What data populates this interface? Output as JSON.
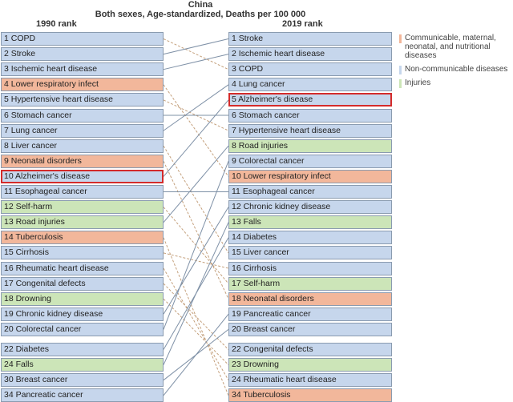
{
  "title": "China",
  "subtitle": "Both sexes, Age-standardized, Deaths per 100 000",
  "left_header": "1990 rank",
  "right_header": "2019 rank",
  "colors": {
    "communicable": "#f2b79b",
    "noncommunicable": "#c6d6ec",
    "injuries": "#cce5b8",
    "highlight": "#d42b2b",
    "line_up": "#7e90a6",
    "line_down": "#c4a07c"
  },
  "legend": [
    {
      "category": "communicable",
      "label": "Communicable, maternal, neonatal, and nutritional diseases"
    },
    {
      "category": "noncommunicable",
      "label": "Non-communicable diseases"
    },
    {
      "category": "injuries",
      "label": "Injuries"
    }
  ],
  "chart_data": {
    "type": "table",
    "title": "China",
    "subtitle": "Both sexes, Age-standardized, Deaths per 100 000",
    "left_column": [
      {
        "rank": 1,
        "label": "1 COPD",
        "category": "noncommunicable",
        "rank_2019": 3
      },
      {
        "rank": 2,
        "label": "2 Stroke",
        "category": "noncommunicable",
        "rank_2019": 1
      },
      {
        "rank": 3,
        "label": "3 Ischemic heart disease",
        "category": "noncommunicable",
        "rank_2019": 2
      },
      {
        "rank": 4,
        "label": "4 Lower respiratory infect",
        "category": "communicable",
        "rank_2019": 10
      },
      {
        "rank": 5,
        "label": "5 Hypertensive heart disease",
        "category": "noncommunicable",
        "rank_2019": 7
      },
      {
        "rank": 6,
        "label": "6 Stomach cancer",
        "category": "noncommunicable",
        "rank_2019": 6
      },
      {
        "rank": 7,
        "label": "7 Lung cancer",
        "category": "noncommunicable",
        "rank_2019": 4
      },
      {
        "rank": 8,
        "label": "8 Liver cancer",
        "category": "noncommunicable",
        "rank_2019": 15
      },
      {
        "rank": 9,
        "label": "9 Neonatal disorders",
        "category": "communicable",
        "rank_2019": 18
      },
      {
        "rank": 10,
        "label": "10 Alzheimer's disease",
        "category": "noncommunicable",
        "rank_2019": 5,
        "highlight": true
      },
      {
        "rank": 11,
        "label": "11 Esophageal cancer",
        "category": "noncommunicable",
        "rank_2019": 11
      },
      {
        "rank": 12,
        "label": "12 Self-harm",
        "category": "injuries",
        "rank_2019": 17
      },
      {
        "rank": 13,
        "label": "13 Road injuries",
        "category": "injuries",
        "rank_2019": 8
      },
      {
        "rank": 14,
        "label": "14 Tuberculosis",
        "category": "communicable",
        "rank_2019": 34
      },
      {
        "rank": 15,
        "label": "15 Cirrhosis",
        "category": "noncommunicable",
        "rank_2019": 16
      },
      {
        "rank": 16,
        "label": "16 Rheumatic heart disease",
        "category": "noncommunicable",
        "rank_2019": 24
      },
      {
        "rank": 17,
        "label": "17 Congenital defects",
        "category": "noncommunicable",
        "rank_2019": 22
      },
      {
        "rank": 18,
        "label": "18 Drowning",
        "category": "injuries",
        "rank_2019": 23
      },
      {
        "rank": 19,
        "label": "19 Chronic kidney disease",
        "category": "noncommunicable",
        "rank_2019": 12
      },
      {
        "rank": 20,
        "label": "20 Colorectal cancer",
        "category": "noncommunicable",
        "rank_2019": 9
      },
      {
        "rank": 22,
        "label": "22 Diabetes",
        "category": "noncommunicable",
        "rank_2019": 14
      },
      {
        "rank": 24,
        "label": "24 Falls",
        "category": "injuries",
        "rank_2019": 13
      },
      {
        "rank": 30,
        "label": "30 Breast cancer",
        "category": "noncommunicable",
        "rank_2019": 20
      },
      {
        "rank": 34,
        "label": "34 Pancreatic cancer",
        "category": "noncommunicable",
        "rank_2019": 19
      }
    ],
    "right_column": [
      {
        "rank": 1,
        "label": "1 Stroke",
        "category": "noncommunicable"
      },
      {
        "rank": 2,
        "label": "2 Ischemic heart disease",
        "category": "noncommunicable"
      },
      {
        "rank": 3,
        "label": "3 COPD",
        "category": "noncommunicable"
      },
      {
        "rank": 4,
        "label": "4 Lung cancer",
        "category": "noncommunicable"
      },
      {
        "rank": 5,
        "label": "5 Alzheimer's disease",
        "category": "noncommunicable",
        "highlight": true
      },
      {
        "rank": 6,
        "label": "6 Stomach cancer",
        "category": "noncommunicable"
      },
      {
        "rank": 7,
        "label": "7 Hypertensive heart disease",
        "category": "noncommunicable"
      },
      {
        "rank": 8,
        "label": "8 Road injuries",
        "category": "injuries"
      },
      {
        "rank": 9,
        "label": "9 Colorectal cancer",
        "category": "noncommunicable"
      },
      {
        "rank": 10,
        "label": "10 Lower respiratory infect",
        "category": "communicable"
      },
      {
        "rank": 11,
        "label": "11 Esophageal cancer",
        "category": "noncommunicable"
      },
      {
        "rank": 12,
        "label": "12 Chronic kidney disease",
        "category": "noncommunicable"
      },
      {
        "rank": 13,
        "label": "13 Falls",
        "category": "injuries"
      },
      {
        "rank": 14,
        "label": "14 Diabetes",
        "category": "noncommunicable"
      },
      {
        "rank": 15,
        "label": "15 Liver cancer",
        "category": "noncommunicable"
      },
      {
        "rank": 16,
        "label": "16 Cirrhosis",
        "category": "noncommunicable"
      },
      {
        "rank": 17,
        "label": "17 Self-harm",
        "category": "injuries"
      },
      {
        "rank": 18,
        "label": "18 Neonatal disorders",
        "category": "communicable"
      },
      {
        "rank": 19,
        "label": "19 Pancreatic cancer",
        "category": "noncommunicable"
      },
      {
        "rank": 20,
        "label": "20 Breast cancer",
        "category": "noncommunicable"
      },
      {
        "rank": 22,
        "label": "22 Congenital defects",
        "category": "noncommunicable"
      },
      {
        "rank": 23,
        "label": "23 Drowning",
        "category": "injuries"
      },
      {
        "rank": 24,
        "label": "24 Rheumatic heart disease",
        "category": "noncommunicable"
      },
      {
        "rank": 34,
        "label": "34 Tuberculosis",
        "category": "communicable"
      }
    ]
  }
}
